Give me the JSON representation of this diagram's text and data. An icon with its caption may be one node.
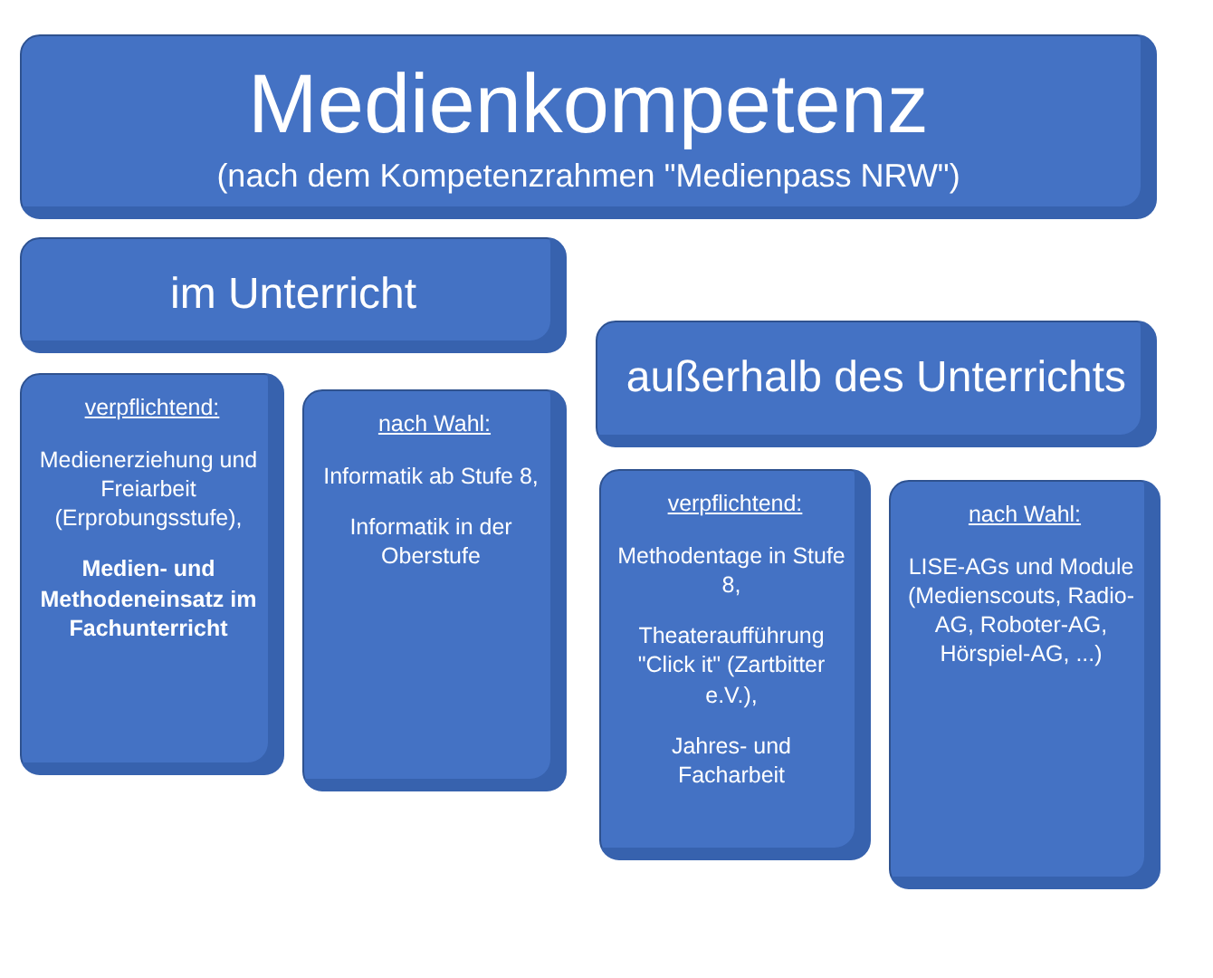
{
  "diagram": {
    "nodes": [
      {
        "text": [
          "Medienkompetenz",
          "(nach dem Kompetenzrahmen \"Medienpass NRW\")"
        ]
      },
      {
        "text": [
          "im Unterricht"
        ]
      },
      {
        "text": [
          "außerhalb des Unterrichts"
        ]
      },
      {
        "text": [
          "verpflichtend:",
          "Medienerziehung und Freiarbeit (Erprobungsstufe),",
          "Medien- und Methodeneinsatz im Fachunterricht"
        ]
      },
      {
        "text": [
          "nach Wahl:",
          "Informatik ab Stufe 8,",
          "Informatik in der Oberstufe"
        ]
      },
      {
        "text": [
          "verpflichtend:",
          "Methodentage in Stufe 8,",
          "Theateraufführung \"Click it\" (Zartbitter e.V.),",
          "Jahres- und Facharbeit"
        ]
      },
      {
        "text": [
          "nach Wahl:",
          "LISE-AGs und Module (Medienscouts, Radio-AG, Roboter-AG, Hörspiel-AG, ...)"
        ]
      }
    ]
  }
}
